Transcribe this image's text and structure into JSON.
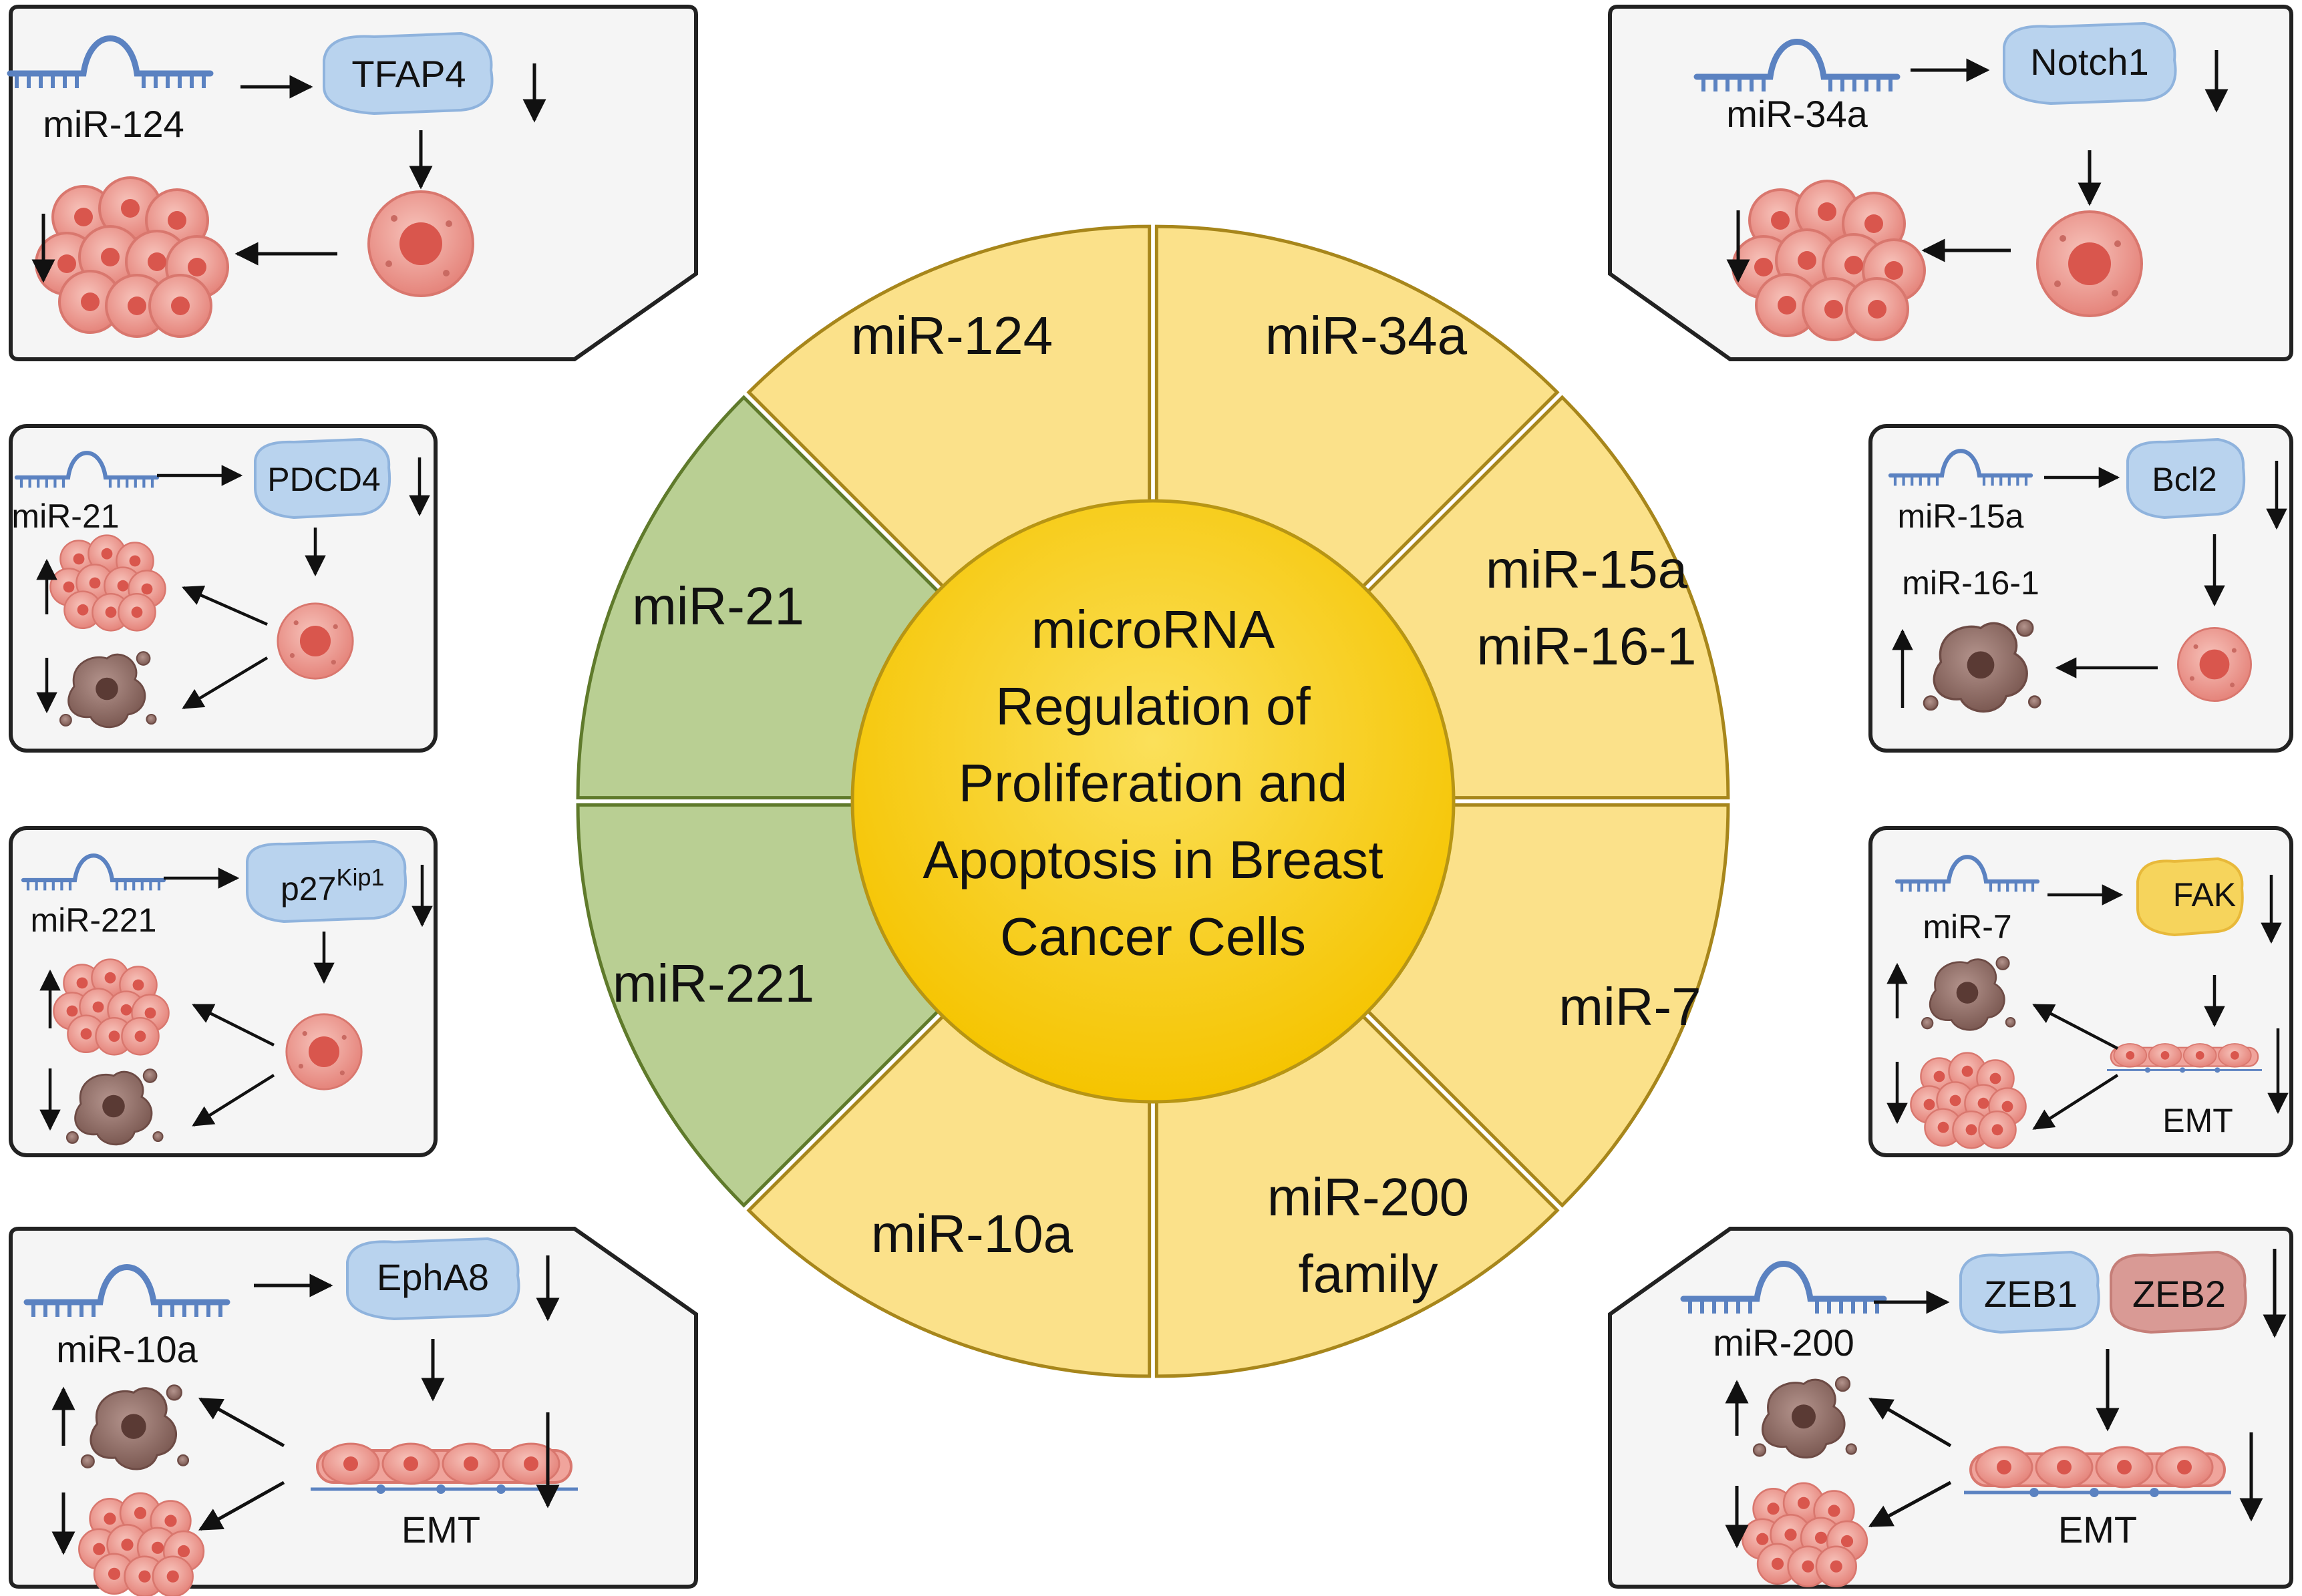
{
  "center": {
    "lines": [
      "microRNA",
      "Regulation of",
      "Proliferation and",
      "Apoptosis in Breast",
      "Cancer Cells"
    ]
  },
  "segments": {
    "mir124": "miR-124",
    "mir34a": "miR-34a",
    "mir15a_line1": "miR-15a",
    "mir15a_line2": "miR-16-1",
    "mir7": "miR-7",
    "mir200_line1": "miR-200",
    "mir200_line2": "family",
    "mir10a": "miR-10a",
    "mir221": "miR-221",
    "mir21": "miR-21"
  },
  "panels": {
    "p124": {
      "mirna": "miR-124",
      "target": "TFAP4"
    },
    "p34a": {
      "mirna": "miR-34a",
      "target": "Notch1"
    },
    "p21": {
      "mirna": "miR-21",
      "target": "PDCD4"
    },
    "p15a": {
      "mirna1": "miR-15a",
      "mirna2": "miR-16-1",
      "target": "Bcl2"
    },
    "p221": {
      "mirna": "miR-221",
      "target": "p27",
      "target_sup": "Kip1"
    },
    "p7": {
      "mirna": "miR-7",
      "target": "FAK",
      "process": "EMT"
    },
    "p10a": {
      "mirna": "miR-10a",
      "target": "EphA8",
      "process": "EMT"
    },
    "p200": {
      "mirna": "miR-200",
      "target1": "ZEB1",
      "target2": "ZEB2",
      "process": "EMT"
    }
  },
  "colors": {
    "yellow_segment": "#fbe18a",
    "green_segment": "#b9cf93",
    "center_fill": "#f8cf1c",
    "panel_bg": "#f5f5f5",
    "rna_blue": "#5b82c1",
    "protein_blue": "#b9d3ee",
    "protein_red": "#d99a95",
    "protein_yellow": "#f6d45c",
    "cell_pink": "#f0a49c",
    "cell_brown": "#8e6a63"
  }
}
